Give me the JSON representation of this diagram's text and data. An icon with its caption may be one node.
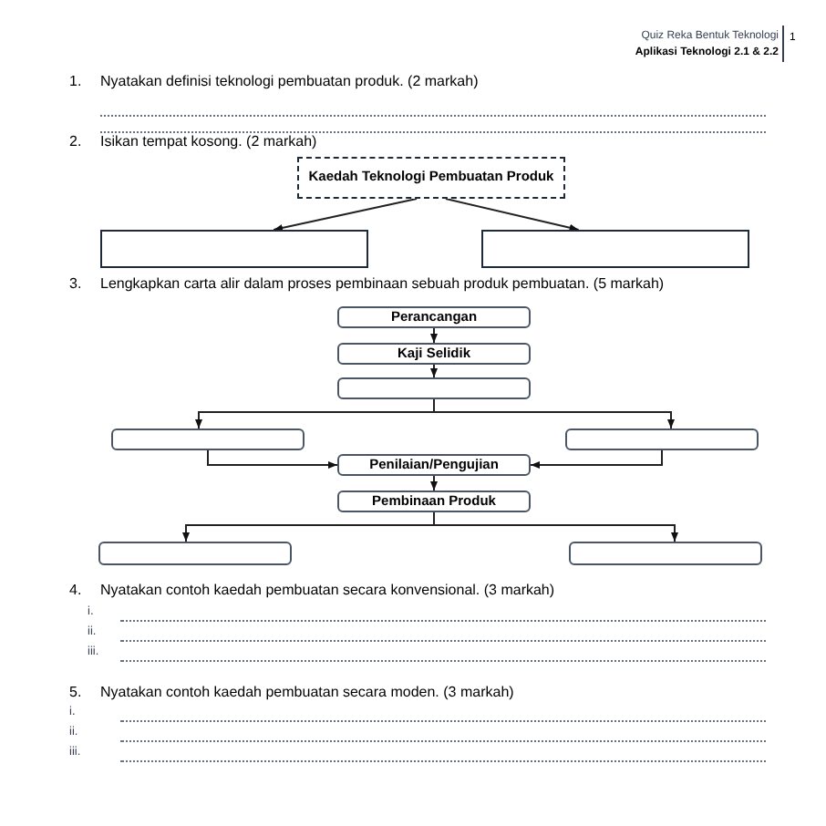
{
  "diagram": {
    "nodes": [
      {
        "text": [
          "Kaedah Teknologi Pembuatan Produk"
        ]
      },
      {
        "text": [],
        "shape": "box"
      },
      {
        "text": [],
        "shape": "box"
      },
      {
        "text": [
          "Perancangan"
        ]
      },
      {
        "text": [
          "Kaji Selidik"
        ]
      },
      {
        "text": [],
        "shape": "box"
      },
      {
        "text": [],
        "shape": "box"
      },
      {
        "text": [],
        "shape": "box"
      },
      {
        "text": [
          "Penilaian/Pengujian"
        ]
      },
      {
        "text": [
          "Pembinaan Produk"
        ]
      },
      {
        "text": [],
        "shape": "box"
      },
      {
        "text": [],
        "shape": "box"
      }
    ],
    "edges": [
      {
        "from": 0,
        "to": 1,
        "arrow": "to"
      },
      {
        "from": 0,
        "to": 2,
        "arrow": "to"
      },
      {
        "from": 3,
        "to": 4,
        "arrow": "to"
      },
      {
        "from": 4,
        "to": 5,
        "arrow": "to"
      },
      {
        "from": 5,
        "to": 6,
        "arrow": "to"
      },
      {
        "from": 5,
        "to": 7,
        "arrow": "to"
      },
      {
        "from": 6,
        "to": 8,
        "arrow": "to"
      },
      {
        "from": 7,
        "to": 8,
        "arrow": "to"
      },
      {
        "from": 8,
        "to": 9,
        "arrow": "to"
      },
      {
        "from": 9,
        "to": 10,
        "arrow": "to"
      },
      {
        "from": 9,
        "to": 11,
        "arrow": "to"
      }
    ],
    "labels": [
      "Quiz Reka Bentuk Teknologi",
      "Aplikasi Teknologi 2.1 & 2.2",
      "1",
      "1.",
      "Nyatakan definisi teknologi pembuatan produk. (2 markah)",
      "2.",
      "Isikan tempat kosong. (2 markah)",
      "3.",
      "Lengkapkan carta alir dalam proses pembinaan sebuah produk pembuatan. (5 markah)",
      "4.",
      "Nyatakan contoh kaedah pembuatan secara konvensional. (3 markah)",
      "i.",
      "ii.",
      "iii.",
      "5.",
      "Nyatakan contoh kaedah pembuatan secara moden. (3 markah)",
      "i.",
      "ii.",
      "iii."
    ]
  }
}
